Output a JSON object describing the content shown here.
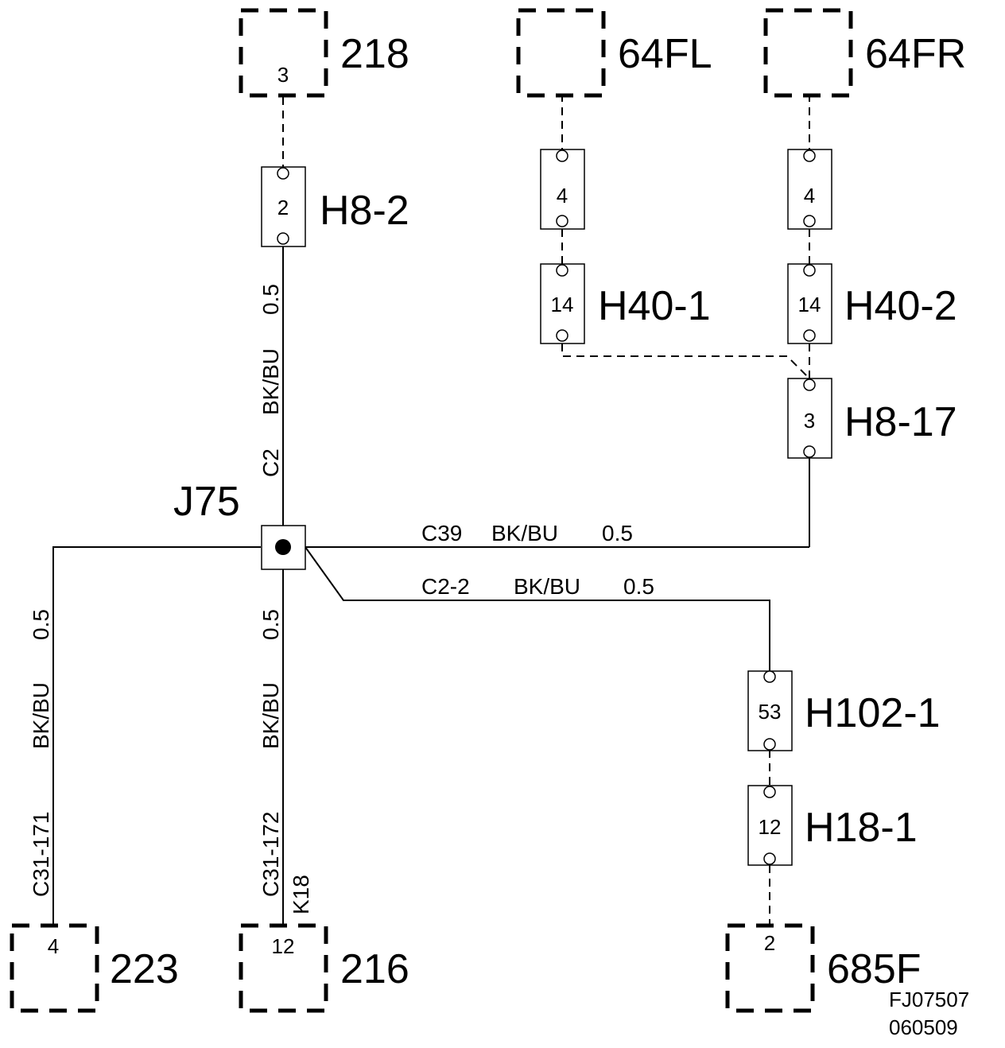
{
  "components": {
    "c218": {
      "label": "218",
      "pin": "3"
    },
    "c64fl": {
      "label": "64FL"
    },
    "c64fr": {
      "label": "64FR"
    },
    "c223": {
      "label": "223",
      "pin": "4"
    },
    "c216": {
      "label": "216",
      "pin": "12"
    },
    "c685f": {
      "label": "685F",
      "pin": "2"
    }
  },
  "connectors": {
    "h8_2": {
      "label": "H8-2",
      "pin": "2"
    },
    "h40_1_upper": {
      "pin": "4"
    },
    "h40_2_upper": {
      "pin": "4"
    },
    "h40_1": {
      "label": "H40-1",
      "pin": "14"
    },
    "h40_2": {
      "label": "H40-2",
      "pin": "14"
    },
    "h8_17": {
      "label": "H8-17",
      "pin": "3"
    },
    "h102_1": {
      "label": "H102-1",
      "pin": "53"
    },
    "h18_1": {
      "label": "H18-1",
      "pin": "12"
    }
  },
  "splice": {
    "label": "J75"
  },
  "wires": {
    "c2": {
      "circuit": "C2",
      "color": "BK/BU",
      "size": "0.5"
    },
    "c39": {
      "circuit": "C39",
      "color": "BK/BU",
      "size": "0.5"
    },
    "c2_2": {
      "circuit": "C2-2",
      "color": "BK/BU",
      "size": "0.5"
    },
    "c31_171": {
      "circuit": "C31-171",
      "color": "BK/BU",
      "size": "0.5"
    },
    "c31_172": {
      "circuit": "C31-172",
      "color": "BK/BU",
      "size": "0.5",
      "extra": "K18"
    }
  },
  "reference": {
    "line1": "FJ07507",
    "line2": "060509"
  }
}
